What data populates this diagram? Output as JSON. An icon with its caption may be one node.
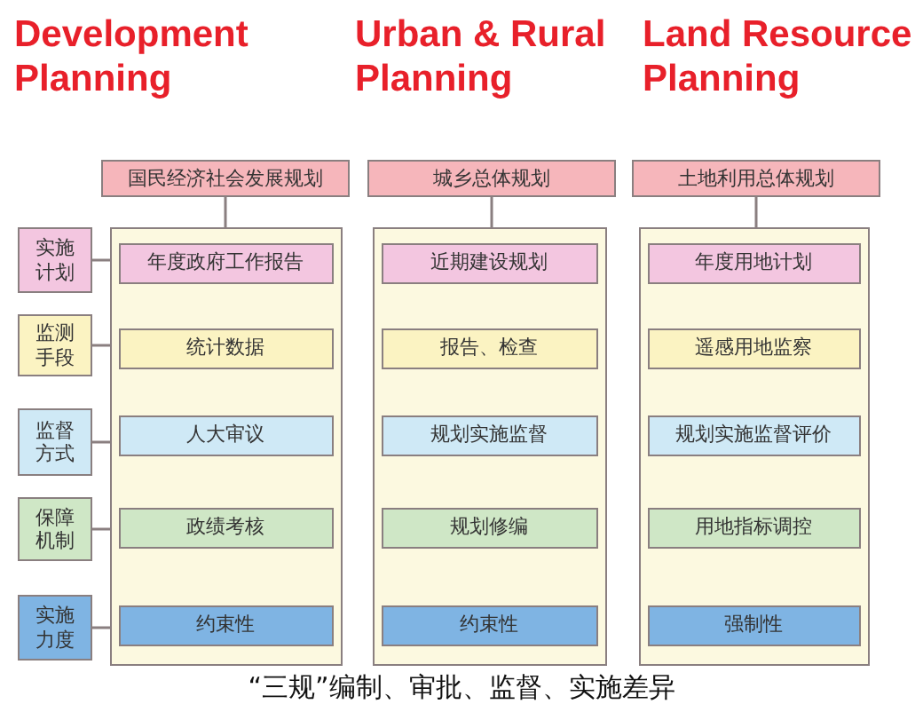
{
  "diagram": {
    "caption": "“三规”编制、审批、监督、实施差异",
    "labels": [
      "Development Planning",
      "Urban & Rural Planning",
      "Land Resource Planning"
    ],
    "nodes": [
      {
        "text": [
          "国民经济社会发展规划"
        ]
      },
      {
        "text": [
          "城乡总体规划"
        ]
      },
      {
        "text": [
          "土地利用总体规划"
        ]
      },
      {
        "text": [
          "实施计划"
        ]
      },
      {
        "text": [
          "监测手段"
        ]
      },
      {
        "text": [
          "监督方式"
        ]
      },
      {
        "text": [
          "保障机制"
        ]
      },
      {
        "text": [
          "实施力度"
        ]
      },
      {
        "text": [],
        "shape": "box"
      },
      {
        "text": [
          "年度政府工作报告"
        ],
        "in": 8
      },
      {
        "text": [
          "统计数据"
        ],
        "in": 8
      },
      {
        "text": [
          "人大审议"
        ],
        "in": 8
      },
      {
        "text": [
          "政绩考核"
        ],
        "in": 8
      },
      {
        "text": [
          "约束性"
        ],
        "in": 8
      },
      {
        "text": [],
        "shape": "box"
      },
      {
        "text": [
          "近期建设规划"
        ],
        "in": 14
      },
      {
        "text": [
          "报告、检查"
        ],
        "in": 14
      },
      {
        "text": [
          "规划实施监督"
        ],
        "in": 14
      },
      {
        "text": [
          "规划修编"
        ],
        "in": 14
      },
      {
        "text": [
          "约束性"
        ],
        "in": 14
      },
      {
        "text": [],
        "shape": "box"
      },
      {
        "text": [
          "年度用地计划"
        ],
        "in": 20
      },
      {
        "text": [
          "遥感用地监察"
        ],
        "in": 20
      },
      {
        "text": [
          "规划实施监督评价"
        ],
        "in": 20
      },
      {
        "text": [
          "用地指标调控"
        ],
        "in": 20
      },
      {
        "text": [
          "强制性"
        ],
        "in": 20
      }
    ],
    "edges": [
      {
        "from": 0,
        "to": 8,
        "arrow": "none"
      },
      {
        "from": 1,
        "to": 14,
        "arrow": "none"
      },
      {
        "from": 2,
        "to": 20,
        "arrow": "none"
      },
      {
        "from": 3,
        "to": 8,
        "arrow": "none"
      },
      {
        "from": 4,
        "to": 8,
        "arrow": "none"
      },
      {
        "from": 5,
        "to": 8,
        "arrow": "none"
      },
      {
        "from": 6,
        "to": 8,
        "arrow": "none"
      },
      {
        "from": 7,
        "to": 8,
        "arrow": "none"
      }
    ]
  }
}
